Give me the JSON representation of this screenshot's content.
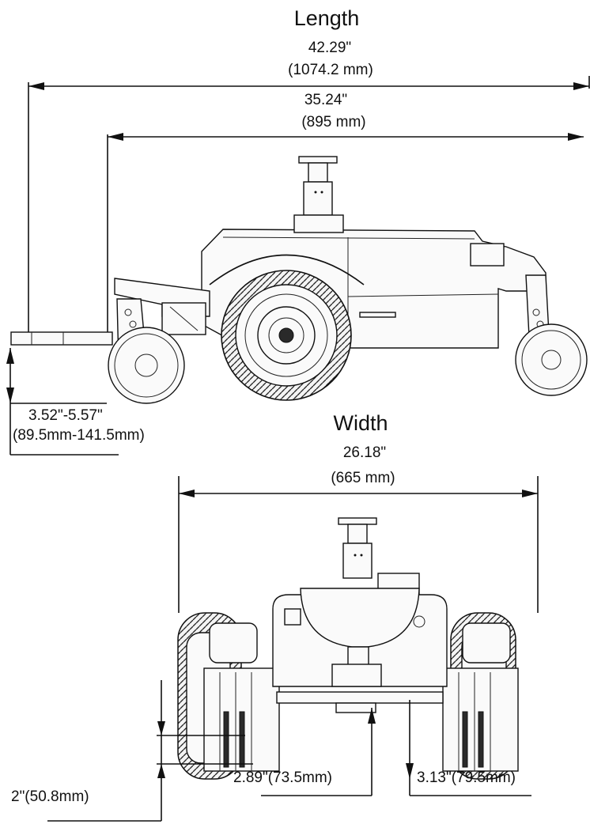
{
  "side_view": {
    "length_heading": "Length",
    "overall_length_in": "42.29\"",
    "overall_length_mm": "(1074.2 mm)",
    "body_length_in": "35.24\"",
    "body_length_mm": "(895 mm)",
    "ground_clearance": "3.52\"-5.57\"",
    "ground_clearance_mm": "(89.5mm-141.5mm)"
  },
  "front_view": {
    "width_heading": "Width",
    "width_in": "26.18\"",
    "width_mm": "(665 mm)",
    "clearance_center": "2.89\"(73.5mm)",
    "clearance_right": "3.13\"(79.5mm)",
    "clearance_left": "2\"(50.8mm)"
  }
}
